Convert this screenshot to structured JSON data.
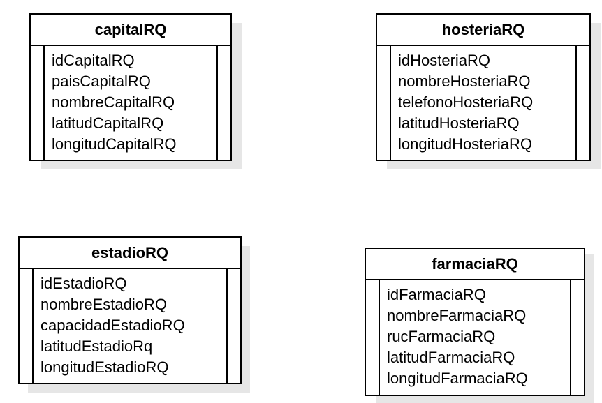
{
  "entities": [
    {
      "name": "capitalRQ",
      "fields": [
        "idCapitalRQ",
        "paisCapitalRQ",
        "nombreCapitalRQ",
        "latitudCapitalRQ",
        "longitudCapitalRQ"
      ]
    },
    {
      "name": "hosteriaRQ",
      "fields": [
        "idHosteriaRQ",
        "nombreHosteriaRQ",
        "telefonoHosteriaRQ",
        "latitudHosteriaRQ",
        "longitudHosteriaRQ"
      ]
    },
    {
      "name": "estadioRQ",
      "fields": [
        "idEstadioRQ",
        "nombreEstadioRQ",
        "capacidadEstadioRQ",
        "latitudEstadioRq",
        "longitudEstadioRQ"
      ]
    },
    {
      "name": "farmaciaRQ",
      "fields": [
        "idFarmaciaRQ",
        "nombreFarmaciaRQ",
        "rucFarmaciaRQ",
        "latitudFarmaciaRQ",
        "longitudFarmaciaRQ"
      ]
    }
  ]
}
